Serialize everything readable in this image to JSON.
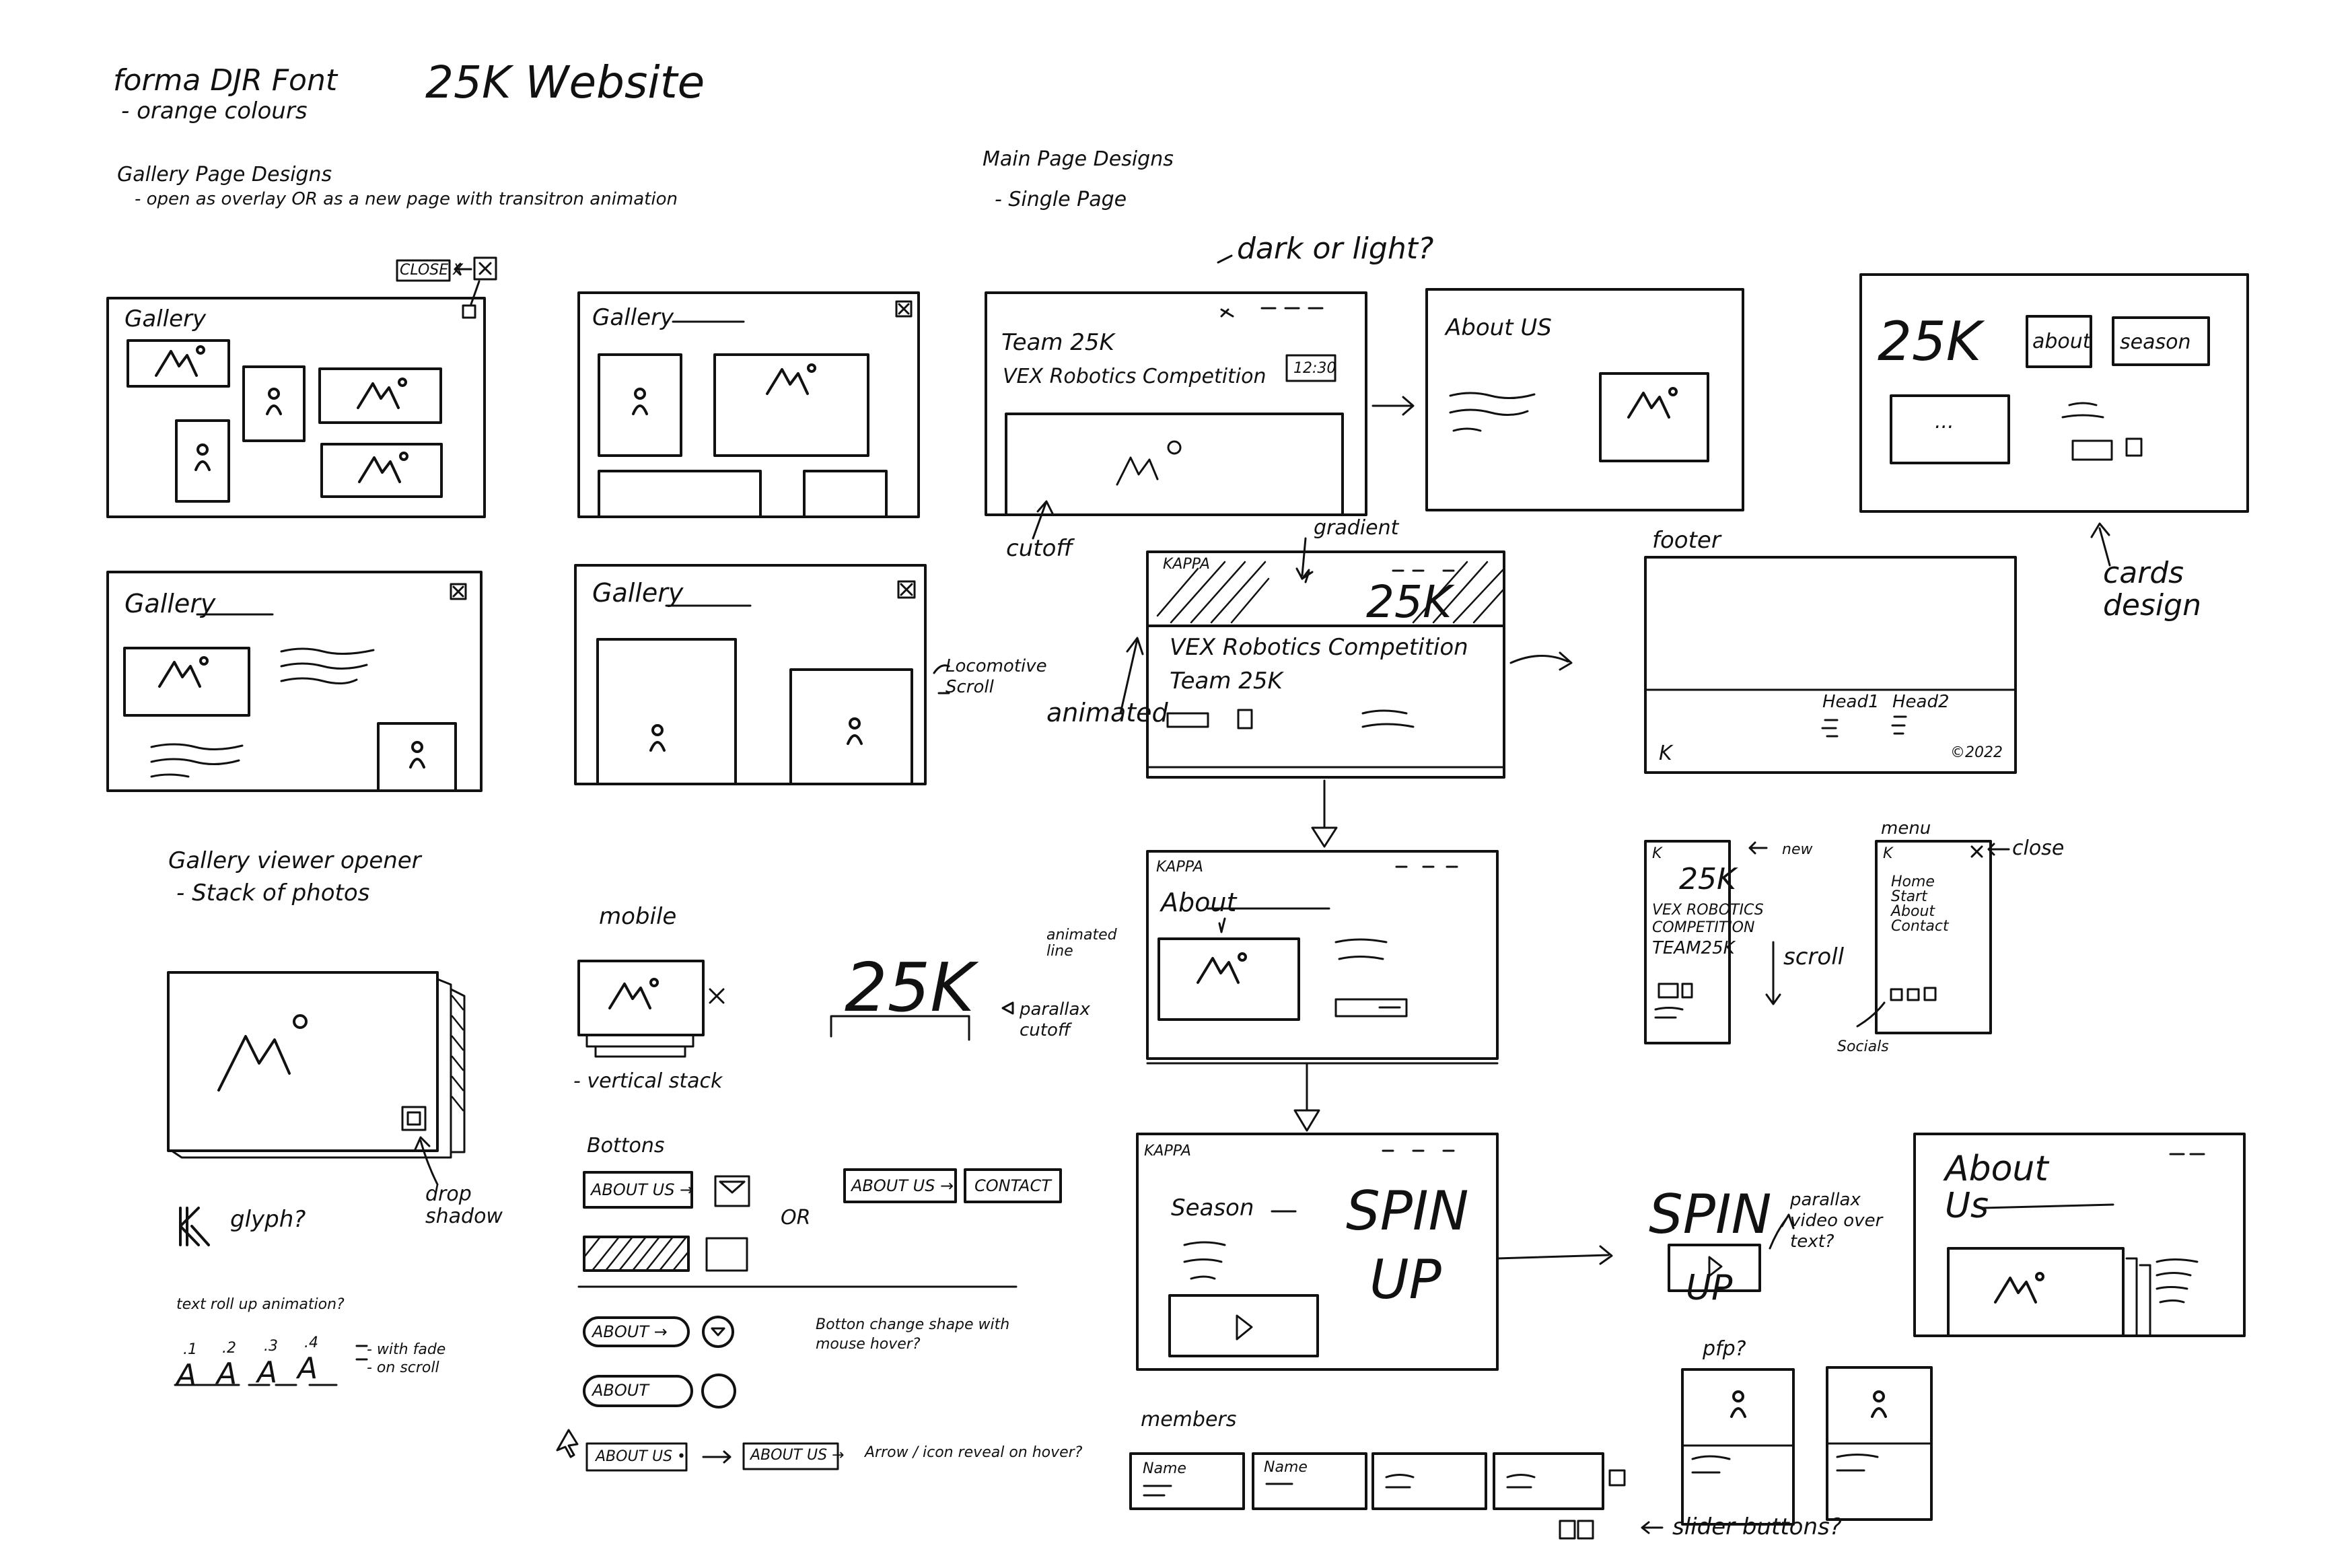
{
  "header": {
    "font_note": "forma DJR Font",
    "color_note": "- orange colours",
    "project_title": "25K Website"
  },
  "gallery": {
    "section_title": "Gallery Page Designs",
    "section_note": "- open as overlay OR as a new page with transitron animation",
    "close_label": "CLOSE X",
    "close_icon": "X",
    "frame_title": "Gallery",
    "locomotive_note": "Locomotive Scroll"
  },
  "viewer": {
    "title": "Gallery viewer opener",
    "note": "- Stack of photos",
    "drop_shadow_note": "drop shadow",
    "glyph_note": "glyph?",
    "glyph_letter": "K"
  },
  "text_rollup": {
    "title": "text roll up animation?",
    "frames": [
      ".1",
      ".2",
      ".3",
      ".4"
    ],
    "letter": "A",
    "with_fade": "- with fade",
    "on_scroll": "- on scroll"
  },
  "mobile": {
    "title": "mobile",
    "vertical_stack": "- vertical stack",
    "parallax_logo": "25K",
    "parallax_note": "parallax cutoff"
  },
  "buttons": {
    "title": "Bottons",
    "about_us": "ABOUT US →",
    "contact": "CONTACT",
    "or": "OR",
    "about_pill": "ABOUT →",
    "about_plain": "ABOUT",
    "about_us_dot": "ABOUT US •",
    "about_us_arrow": "ABOUT US →",
    "shape_note": "Botton change shape with mouse hover?",
    "reveal_note": "Arrow / icon reveal on hover?"
  },
  "main": {
    "title": "Main Page Designs",
    "subtitle": "- Single Page",
    "dark_light": "dark or light?",
    "team": "Team 25K",
    "vex": "VEX Robotics Competition",
    "clock": "12:30",
    "cutoff": "cutoff",
    "about_us": "About US",
    "logo_25k": "25K",
    "card_about": "about",
    "card_season": "season",
    "dots": "...",
    "cards_note": "cards design",
    "gradient": "gradient",
    "kappa": "KAPPA",
    "animated": "animated",
    "vex_hero": "VEX Robotics Competition",
    "team_hero": "Team 25K",
    "footer": "footer",
    "head1": "Head1",
    "head2": "Head2",
    "copyright": "©2022",
    "k_letter": "K",
    "about": "About",
    "animated_line": "animated line",
    "season": "Season",
    "spin": "SPIN",
    "up": "UP",
    "parallax_video": "parallax video over text?",
    "about_us_large": "About Us",
    "members": "members",
    "name": "Name",
    "pfp": "pfp?",
    "slider": "slider buttons?"
  },
  "mobile_menu": {
    "new_note": "new",
    "logo": "25K",
    "line1": "VEX ROBOTICS",
    "line2": "COMPETITION",
    "line3": "TEAM25K",
    "scroll": "scroll",
    "menu": "menu",
    "close": "close",
    "items": [
      "Home",
      "Start",
      "About",
      "Contact"
    ],
    "socials": "Socials"
  }
}
